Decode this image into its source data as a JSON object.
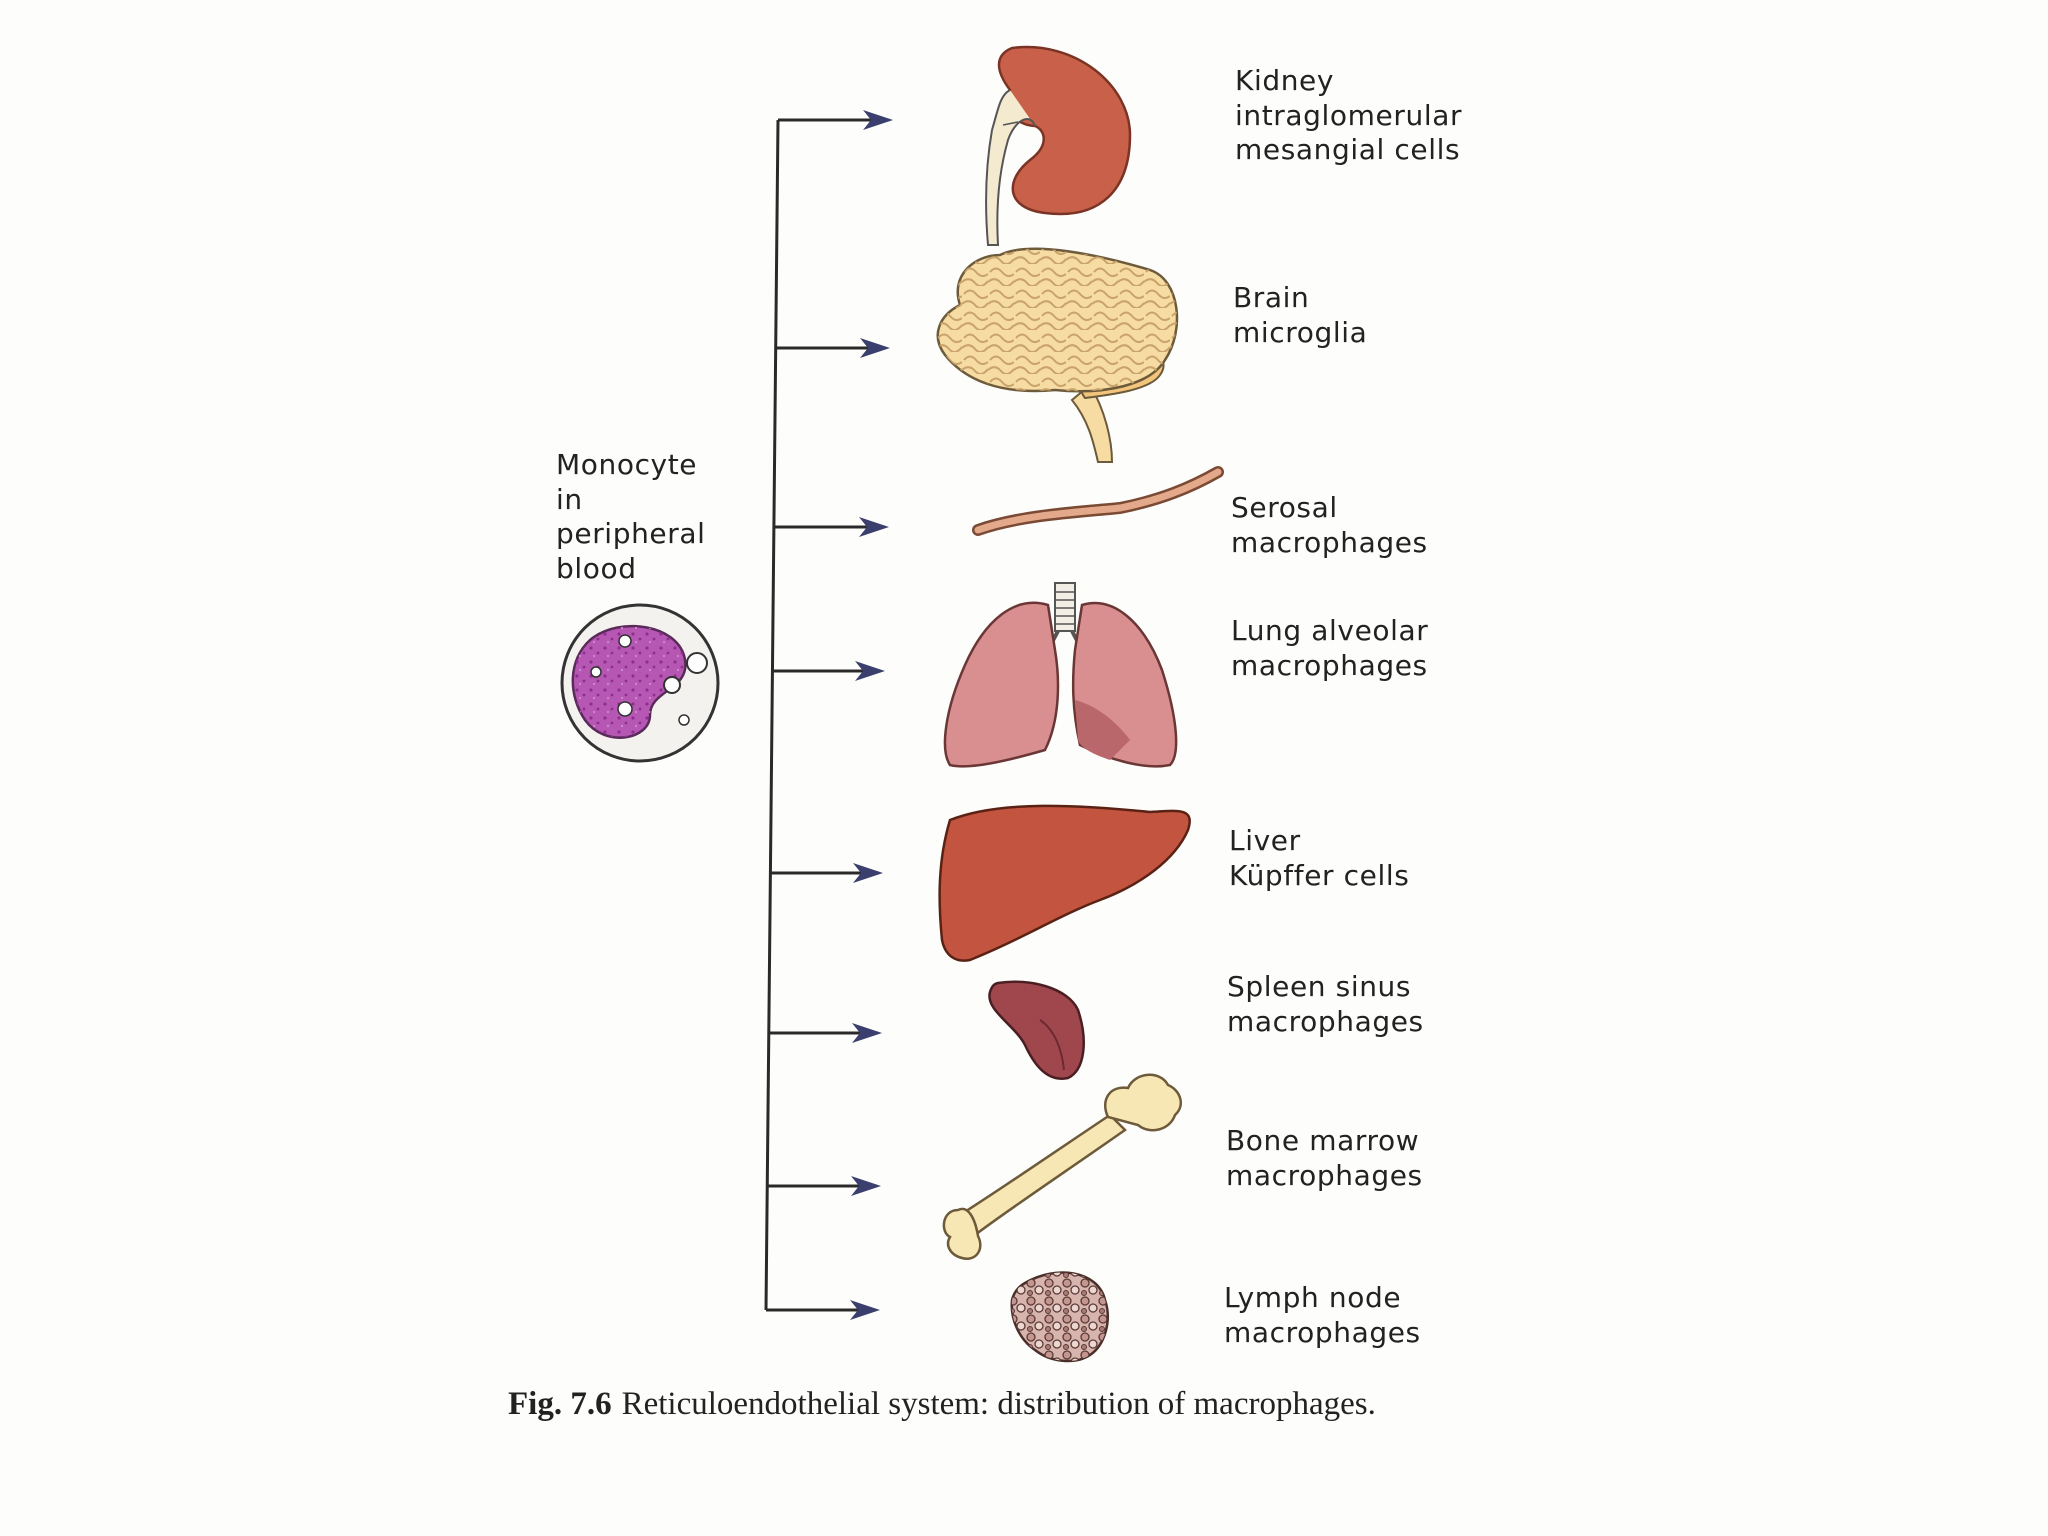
{
  "source": {
    "label_lines": [
      "Monocyte",
      "in",
      "peripheral",
      "blood"
    ]
  },
  "targets": [
    {
      "id": "kidney",
      "label_lines": [
        "Kidney",
        "intraglomerular",
        "mesangial cells"
      ]
    },
    {
      "id": "brain",
      "label_lines": [
        "Brain",
        "microglia"
      ]
    },
    {
      "id": "serosa",
      "label_lines": [
        "Serosal",
        "macrophages"
      ]
    },
    {
      "id": "lung",
      "label_lines": [
        "Lung alveolar",
        "macrophages"
      ]
    },
    {
      "id": "liver",
      "label_lines": [
        "Liver",
        "Küpffer cells"
      ]
    },
    {
      "id": "spleen",
      "label_lines": [
        "Spleen sinus",
        "macrophages"
      ]
    },
    {
      "id": "bone",
      "label_lines": [
        "Bone marrow",
        "macrophages"
      ]
    },
    {
      "id": "lymph",
      "label_lines": [
        "Lymph node",
        "macrophages"
      ]
    }
  ],
  "caption": {
    "figure_number": "Fig. 7.6",
    "text": "Reticuloendothelial system: distribution of macrophages."
  },
  "colors": {
    "arrow": "#3b3f6e",
    "line": "#2a2a2a",
    "kidney": "#c8604a",
    "brain": "#f6dca3",
    "serosa": "#e3a98a",
    "lung": "#d98f8f",
    "liver": "#c25440",
    "spleen": "#a0474e",
    "bone": "#f7e7b5",
    "lymph": "#d8b4ae",
    "monocyte_nucleus": "#b657b4"
  }
}
